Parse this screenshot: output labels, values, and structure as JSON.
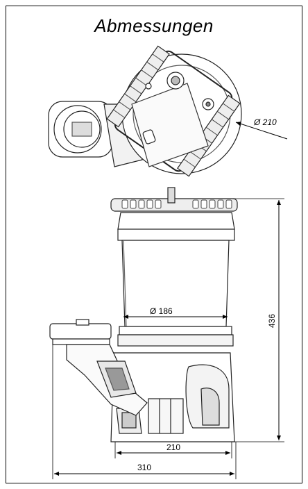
{
  "title": "Abmessungen",
  "dimensions": {
    "top_diameter": "Ø 210",
    "body_diameter": "Ø 186",
    "height": "436",
    "base_width": "210",
    "overall_width": "310"
  }
}
